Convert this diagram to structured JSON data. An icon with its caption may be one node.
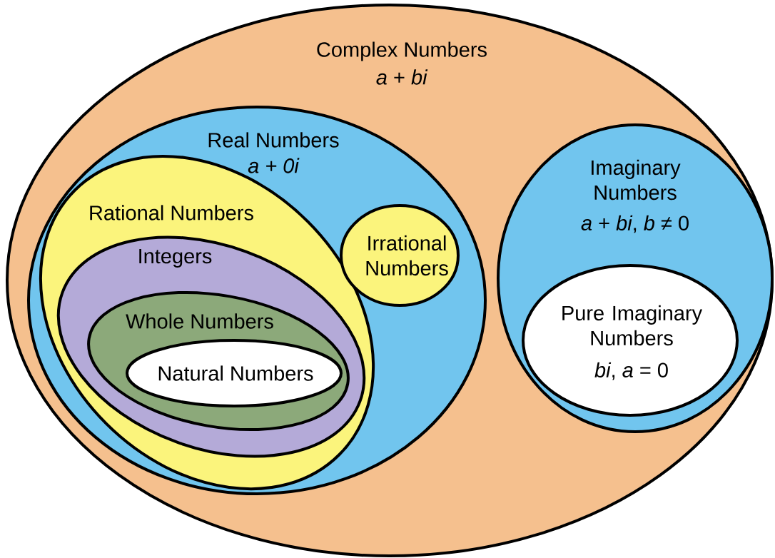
{
  "diagram": {
    "nodes": [
      {
        "text": [
          "Complex Numbers",
          "*a* + *bi*"
        ]
      },
      {
        "text": [
          "Real Numbers",
          "a + 0i"
        ],
        "in": 0
      },
      {
        "text": [
          "Rational Numbers"
        ],
        "in": 1
      },
      {
        "text": [
          "Integers"
        ],
        "in": 2
      },
      {
        "text": [
          "Whole Numbers"
        ],
        "in": 3
      },
      {
        "text": [
          "Natural Numbers"
        ],
        "in": 4
      },
      {
        "text": [
          "Irrational Numbers"
        ],
        "in": 1
      },
      {
        "text": [
          "Imaginary Numbers",
          "*a* + *bi*, *b* ≠ 0"
        ],
        "in": 0
      },
      {
        "text": [
          "Pure Imaginary Numbers",
          "*bi*, *a* = 0"
        ],
        "in": 7
      }
    ]
  }
}
